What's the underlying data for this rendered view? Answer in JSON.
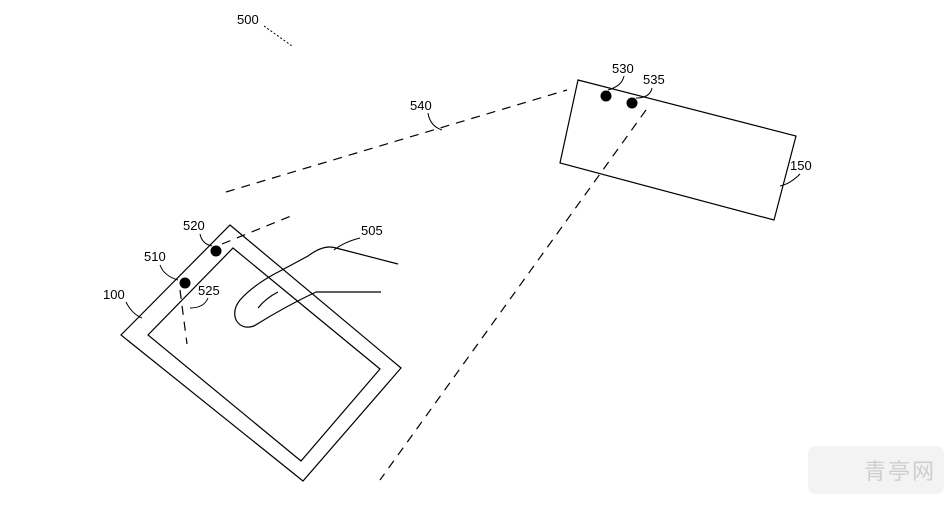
{
  "figure": {
    "ref_system": "500",
    "ref_device": "100",
    "ref_device_camera": "510",
    "ref_device_marker": "520",
    "ref_device_sightline": "525",
    "ref_hand": "505",
    "ref_display": "150",
    "ref_display_dot_a": "530",
    "ref_display_dot_b": "535",
    "ref_view_cone": "540"
  },
  "watermark": {
    "text": "青亭网"
  }
}
